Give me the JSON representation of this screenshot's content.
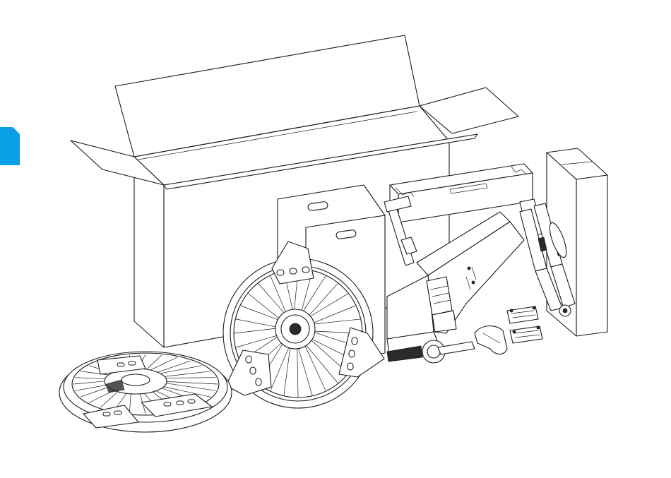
{
  "figure": {
    "accent_color": "#0aa0e6",
    "line_color": "#1a1a1a",
    "background_color": "#ffffff",
    "parts": [
      "shipping-box",
      "front-wheel",
      "rear-wheel",
      "bike-frame",
      "suspension-fork",
      "handlebar-box",
      "fork-protector-box",
      "saddle",
      "pedals",
      "wheel-protector-plates"
    ]
  }
}
